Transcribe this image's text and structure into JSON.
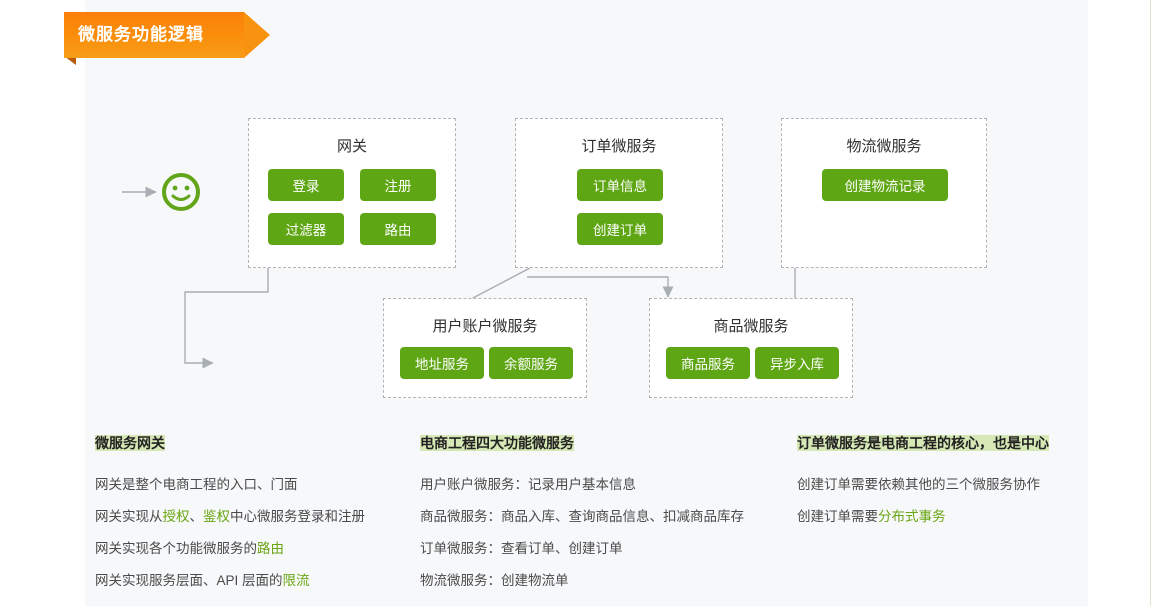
{
  "banner": {
    "title": "微服务功能逻辑",
    "color": "#f8930f"
  },
  "theme": {
    "green": "#5fa614",
    "node_border": "#b4b4b4",
    "panel_bg": "#f7f8fa",
    "highlight": "#d6e8b6",
    "link": "#a9aeb3"
  },
  "diagram": {
    "actor_icon": "smiley-face-icon",
    "nodes": [
      {
        "id": "gateway",
        "title": "网关",
        "buttons": [
          "登录",
          "注册",
          "过滤器",
          "路由"
        ]
      },
      {
        "id": "order-service",
        "title": "订单微服务",
        "buttons": [
          "订单信息",
          "创建订单"
        ]
      },
      {
        "id": "logistics-service",
        "title": "物流微服务",
        "buttons": [
          "创建物流记录"
        ]
      },
      {
        "id": "user-account-service",
        "title": "用户账户微服务",
        "buttons": [
          "地址服务",
          "余额服务"
        ]
      },
      {
        "id": "product-service",
        "title": "商品微服务",
        "buttons": [
          "商品服务",
          "异步入库"
        ]
      }
    ]
  },
  "columns": [
    {
      "heading": "微服务网关",
      "lines": [
        [
          {
            "t": "网关是整个电商工程的入口、门面",
            "hl": false
          }
        ],
        [
          {
            "t": "网关实现从",
            "hl": false
          },
          {
            "t": "授权",
            "hl": true
          },
          {
            "t": "、",
            "hl": false
          },
          {
            "t": "鉴权",
            "hl": true
          },
          {
            "t": "中心微服务登录和注册",
            "hl": false
          }
        ],
        [
          {
            "t": "网关实现各个功能微服务的",
            "hl": false
          },
          {
            "t": "路由",
            "hl": true
          }
        ],
        [
          {
            "t": "网关实现服务层面、API 层面的",
            "hl": false
          },
          {
            "t": "限流",
            "hl": true
          }
        ]
      ]
    },
    {
      "heading": "电商工程四大功能微服务",
      "lines": [
        [
          {
            "t": "用户账户微服务：记录用户基本信息",
            "hl": false
          }
        ],
        [
          {
            "t": "商品微服务：商品入库、查询商品信息、扣减商品库存",
            "hl": false
          }
        ],
        [
          {
            "t": "订单微服务：查看订单、创建订单",
            "hl": false
          }
        ],
        [
          {
            "t": "物流微服务：创建物流单",
            "hl": false
          }
        ]
      ]
    },
    {
      "heading": "订单微服务是电商工程的核心，也是中心",
      "lines": [
        [
          {
            "t": "创建订单需要依赖其他的三个微服务协作",
            "hl": false
          }
        ],
        [
          {
            "t": "创建订单需要",
            "hl": false
          },
          {
            "t": "分布式事务",
            "hl": true
          }
        ]
      ]
    }
  ]
}
